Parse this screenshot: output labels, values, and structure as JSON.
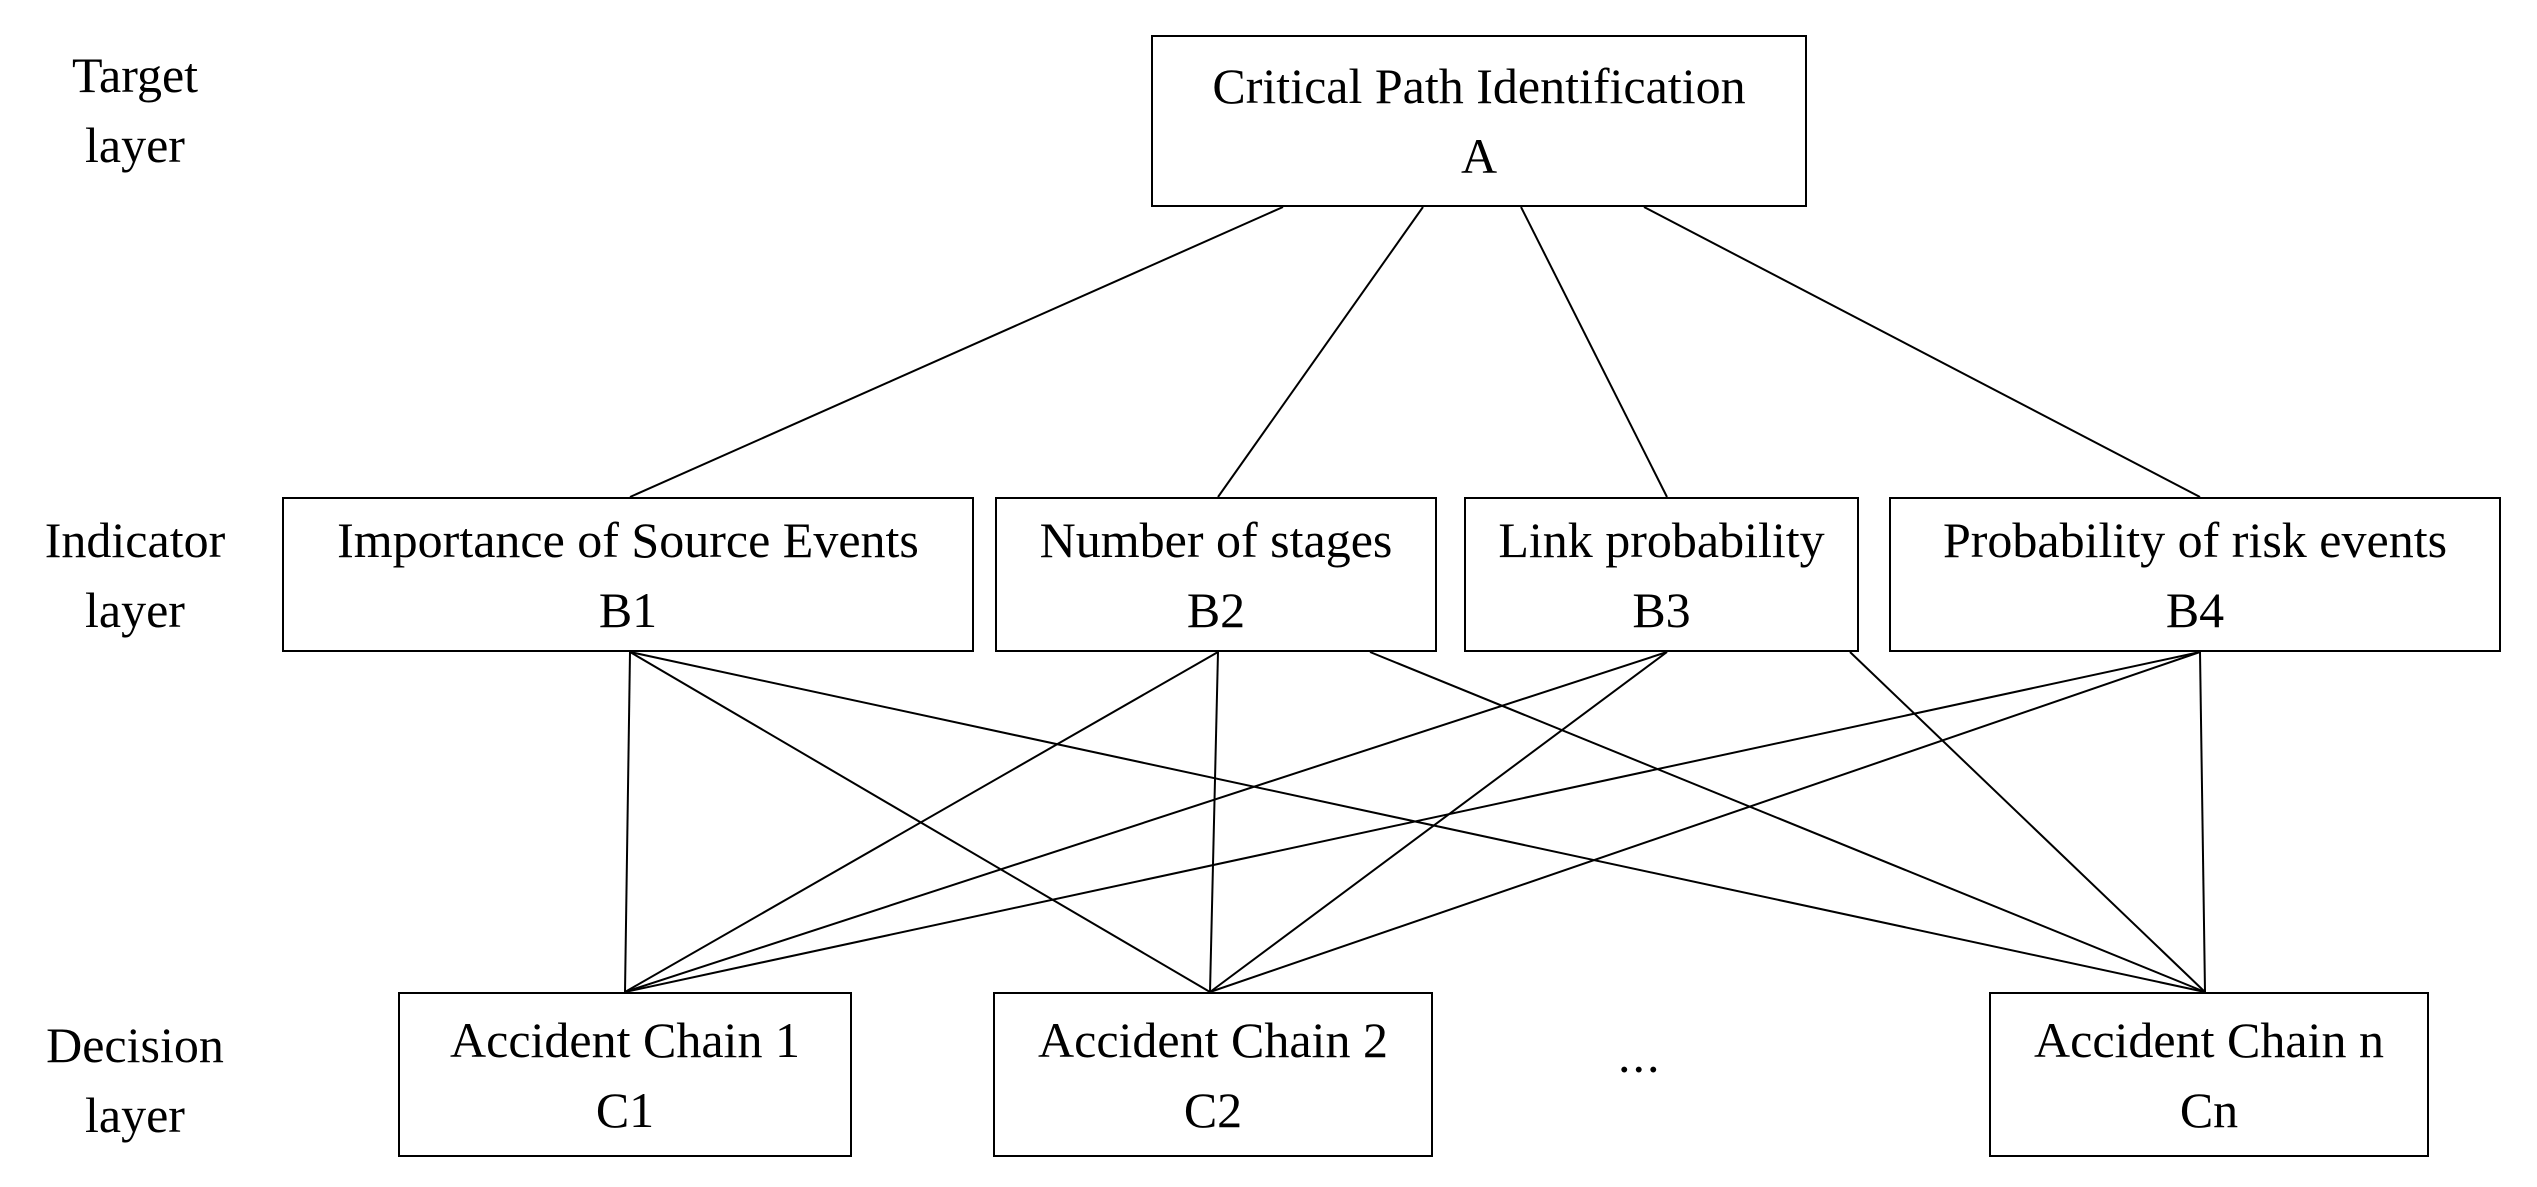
{
  "layers": {
    "target": {
      "line1": "Target",
      "line2": "layer"
    },
    "indicator": {
      "line1": "Indicator",
      "line2": "layer"
    },
    "decision": {
      "line1": "Decision",
      "line2": "layer"
    }
  },
  "nodes": {
    "A": {
      "title": "Critical Path Identification",
      "code": "A"
    },
    "B1": {
      "title": "Importance of Source Events",
      "code": "B1"
    },
    "B2": {
      "title": "Number of stages",
      "code": "B2"
    },
    "B3": {
      "title": "Link probability",
      "code": "B3"
    },
    "B4": {
      "title": "Probability of risk events",
      "code": "B4"
    },
    "C1": {
      "title": "Accident Chain 1",
      "code": "C1"
    },
    "C2": {
      "title": "Accident Chain 2",
      "code": "C2"
    },
    "Cn": {
      "title": "Accident Chain n",
      "code": "Cn"
    }
  },
  "ellipsis": "...",
  "edges": [
    [
      "A",
      "B1"
    ],
    [
      "A",
      "B2"
    ],
    [
      "A",
      "B3"
    ],
    [
      "A",
      "B4"
    ],
    [
      "B1",
      "C1"
    ],
    [
      "B1",
      "C2"
    ],
    [
      "B1",
      "Cn"
    ],
    [
      "B2",
      "C1"
    ],
    [
      "B2",
      "C2"
    ],
    [
      "B2",
      "Cn"
    ],
    [
      "B3",
      "C1"
    ],
    [
      "B3",
      "C2"
    ],
    [
      "B3",
      "Cn"
    ],
    [
      "B4",
      "C1"
    ],
    [
      "B4",
      "C2"
    ],
    [
      "B4",
      "Cn"
    ]
  ]
}
